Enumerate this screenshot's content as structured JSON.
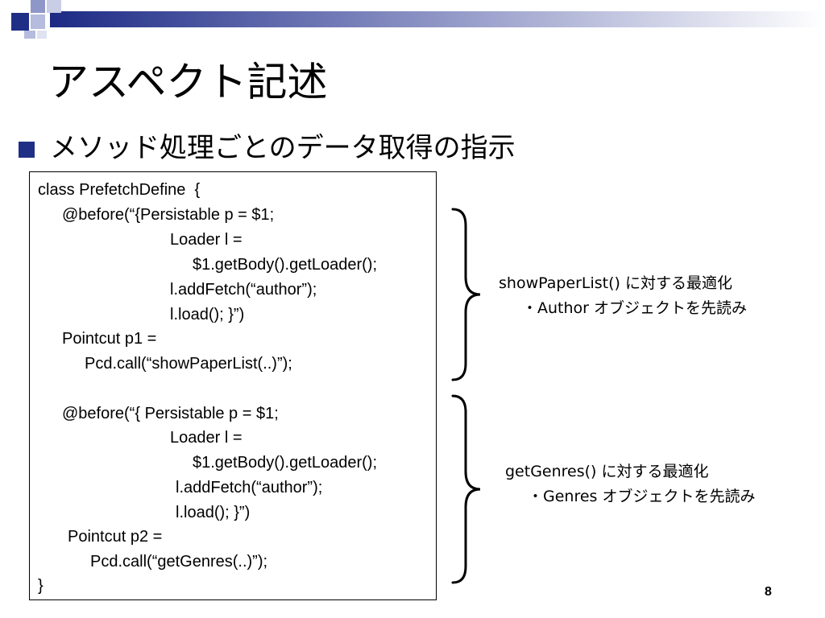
{
  "slide": {
    "title": "アスペクト記述",
    "bullet": "メソッド処理ごとのデータ取得の指示",
    "page_number": "8"
  },
  "code": {
    "lines": [
      "class PrefetchDefine  {",
      "@before(“{Persistable p = $1;",
      "Loader l =",
      "$1.getBody().getLoader();",
      "l.addFetch(“author”);",
      "l.load(); }”)",
      "Pointcut p1 =",
      "Pcd.call(“showPaperList(..)”);",
      "@before(“{ Persistable p = $1;",
      "Loader l =",
      "$1.getBody().getLoader();",
      "l.addFetch(“author”);",
      "l.load(); }”)",
      "Pointcut p2 =",
      "Pcd.call(“getGenres(..)”);",
      "}"
    ]
  },
  "annotations": [
    {
      "method": "showPaperList() に対する最適化",
      "detail": "・Author オブジェクトを先読み"
    },
    {
      "method": "getGenres() に対する最適化",
      "detail": "・Genres オブジェクトを先読み"
    }
  ],
  "colors": {
    "bullet": "#1f2f86",
    "header_dark": "#22308a",
    "header_light": "#ffffff"
  }
}
